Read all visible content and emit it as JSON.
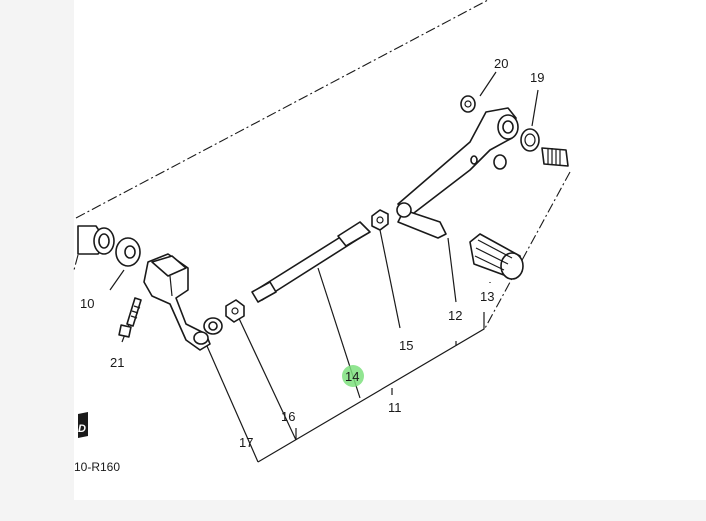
{
  "diagram": {
    "drawing_code": "10-R160",
    "highlight_color": "#7ee07e",
    "callouts": [
      {
        "id": "c10",
        "label": "10"
      },
      {
        "id": "c11",
        "label": "11"
      },
      {
        "id": "c12",
        "label": "12"
      },
      {
        "id": "c13",
        "label": "13"
      },
      {
        "id": "c14",
        "label": "14"
      },
      {
        "id": "c15",
        "label": "15"
      },
      {
        "id": "c16",
        "label": "16"
      },
      {
        "id": "c17",
        "label": "17"
      },
      {
        "id": "c19",
        "label": "19"
      },
      {
        "id": "c20",
        "label": "20"
      },
      {
        "id": "c21",
        "label": "21"
      }
    ]
  }
}
